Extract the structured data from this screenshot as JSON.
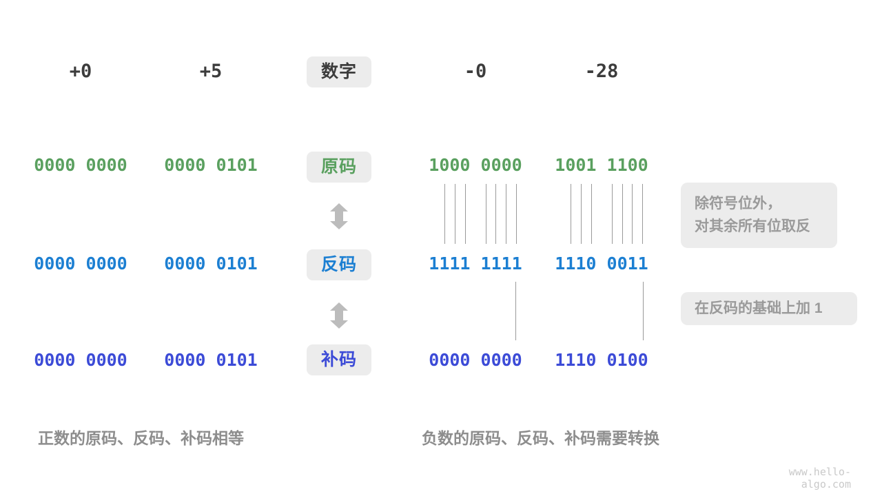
{
  "colors": {
    "green": "#5aa05f",
    "blue": "#1c7fd2",
    "indigo": "#3c4bd7",
    "dark": "#3c3c3c",
    "gray_box": "#ececec",
    "gray_text": "#9a9a9a",
    "caption": "#8d8d8d",
    "line": "#999999",
    "arrow": "#bcbcbc",
    "watermark": "#c9c9c9"
  },
  "header": {
    "numbers": [
      "+0",
      "+5",
      "-0",
      "-28"
    ],
    "label": "数字"
  },
  "rows": {
    "sign_magnitude": {
      "label": "原码",
      "values": [
        "0000 0000",
        "0000 0101",
        "1000 0000",
        "1001 1100"
      ]
    },
    "ones_complement": {
      "label": "反码",
      "values": [
        "0000 0000",
        "0000 0101",
        "1111 1111",
        "1110 0011"
      ]
    },
    "twos_complement": {
      "label": "补码",
      "values": [
        "0000 0000",
        "0000 0101",
        "0000 0000",
        "1110 0100"
      ]
    }
  },
  "annotations": {
    "invert_line1": "除符号位外，",
    "invert_line2": "对其余所有位取反",
    "add_one": "在反码的基础上加 1"
  },
  "captions": {
    "positive": "正数的原码、反码、补码相等",
    "negative": "负数的原码、反码、补码需要转换"
  },
  "watermark": "www.hello-algo.com"
}
